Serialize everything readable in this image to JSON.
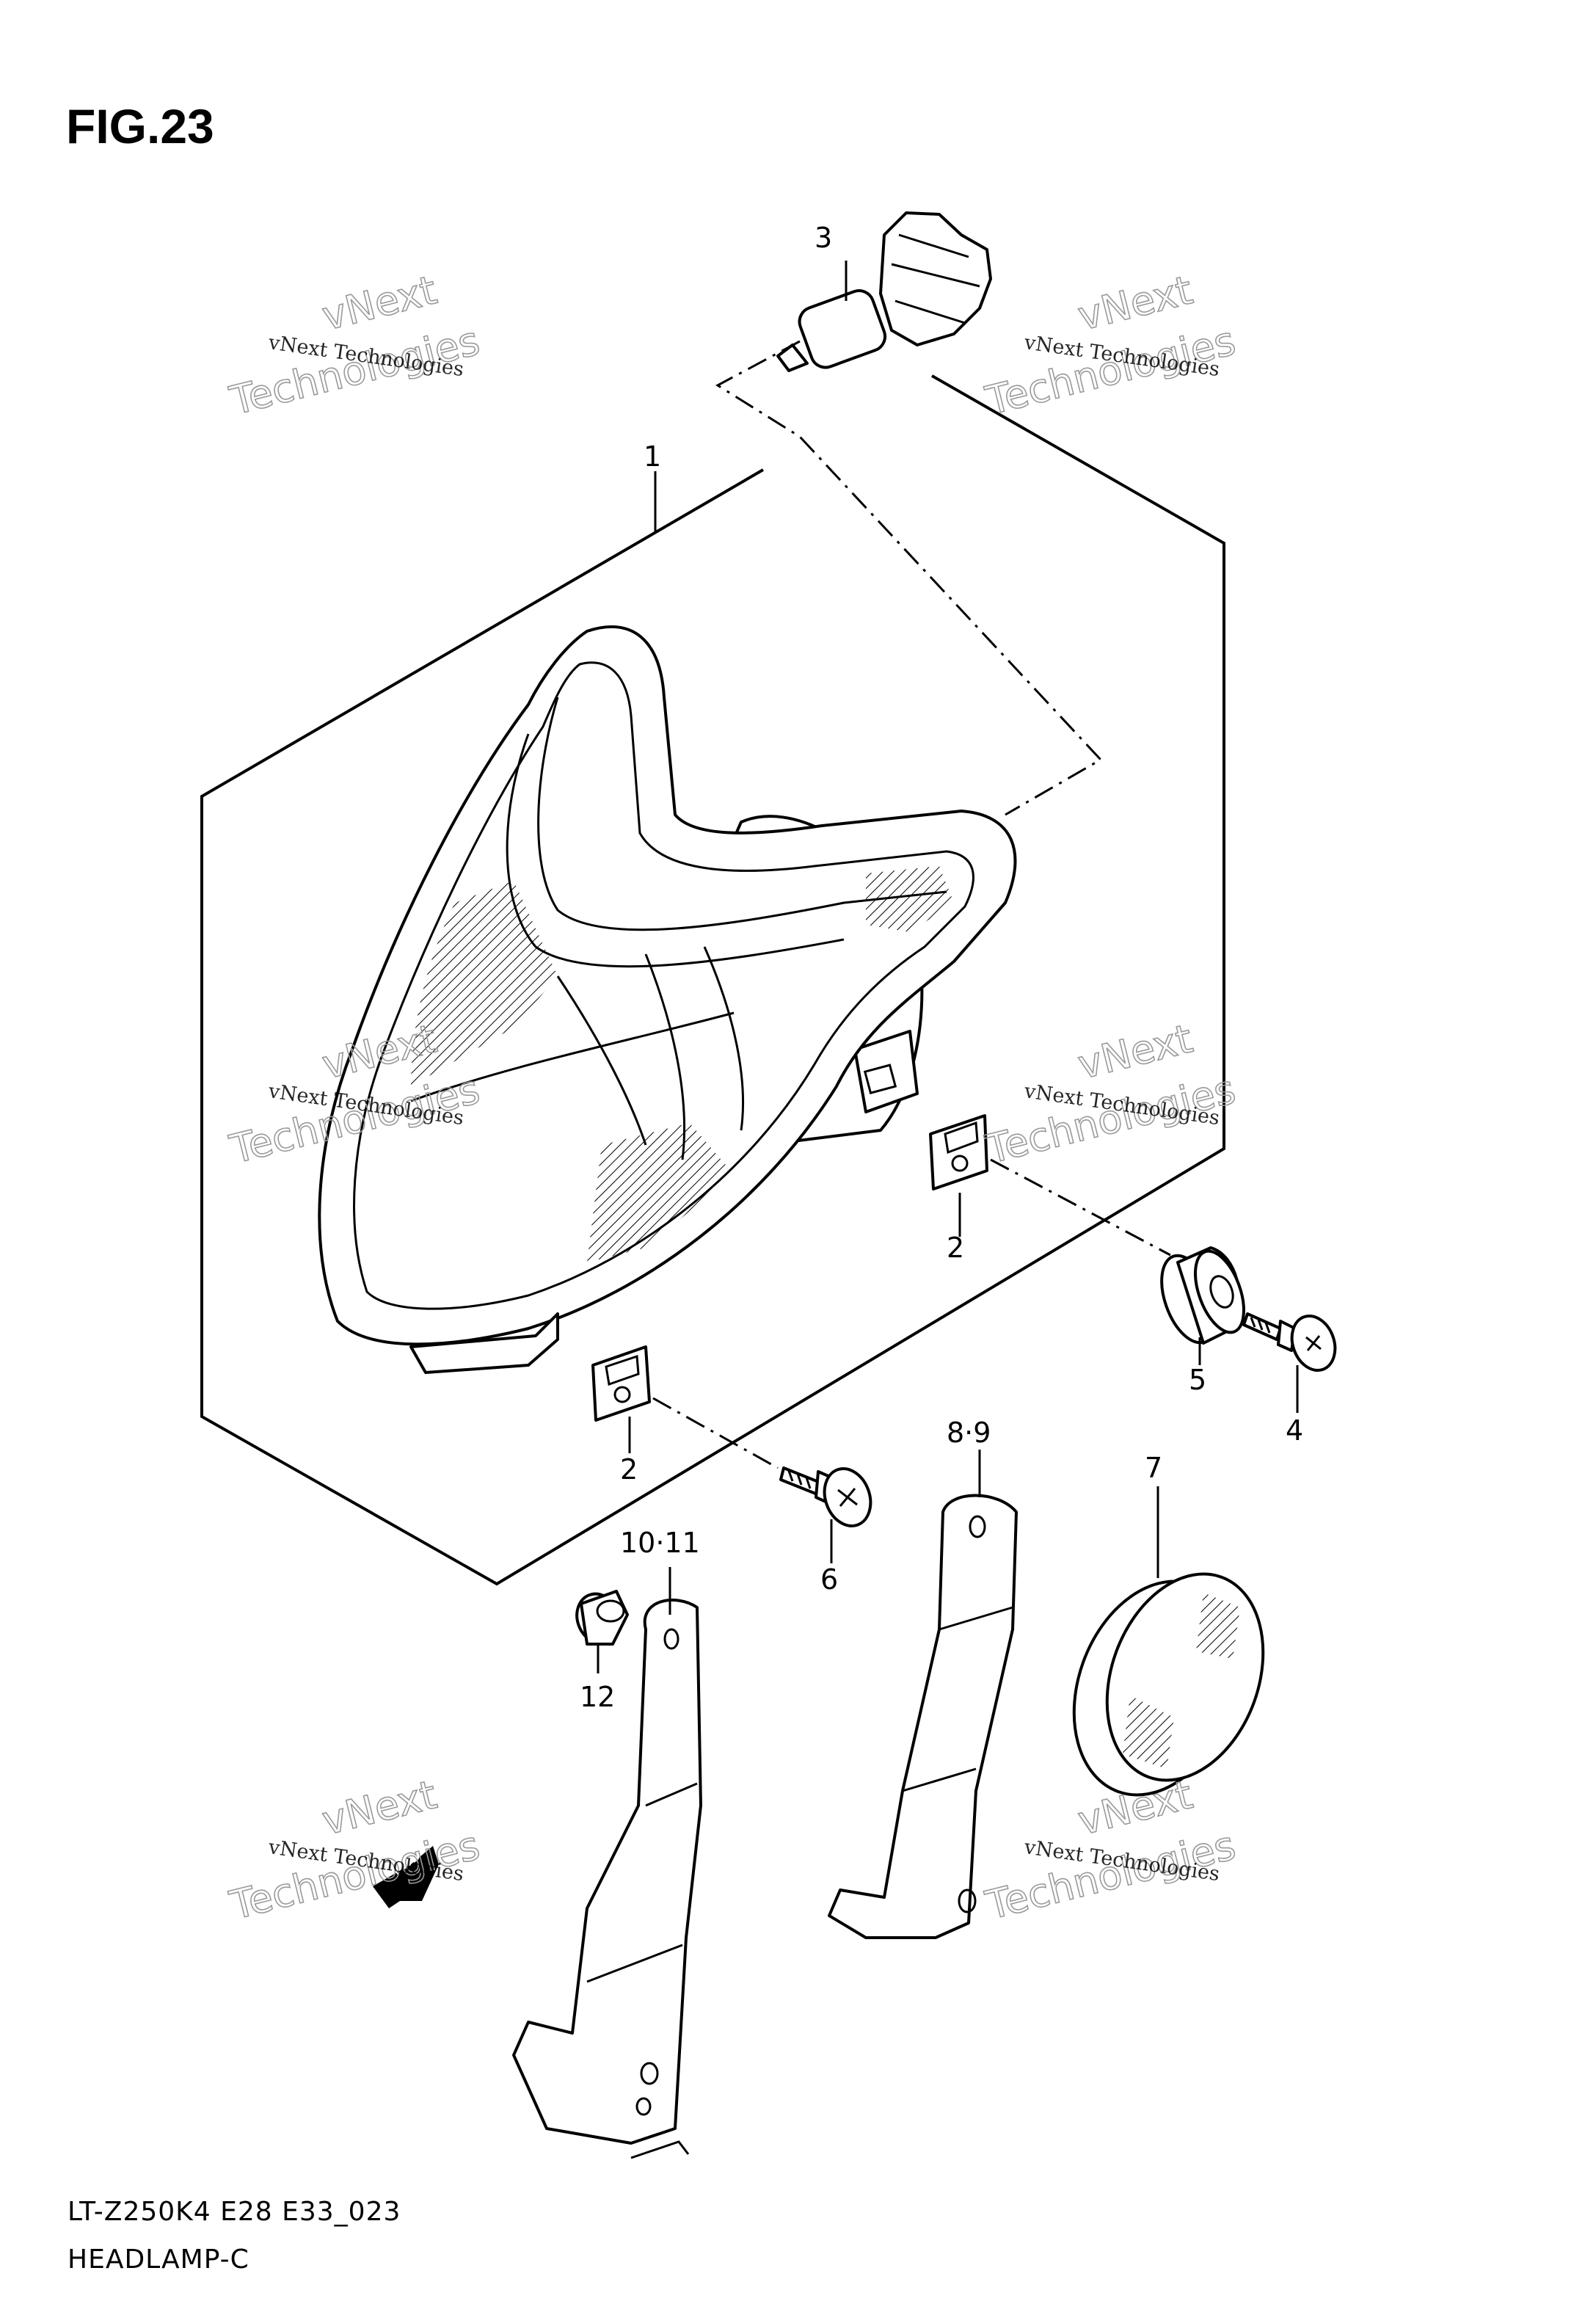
{
  "figure": {
    "title": "FIG.23",
    "model_code": "LT-Z250K4 E28 E33_023",
    "section_name": "HEADLAMP-C"
  },
  "callouts": {
    "headlamp_assembly": "1",
    "clip_upper": "2",
    "clip_lower": "2",
    "bulb": "3",
    "screw": "4",
    "grommet": "5",
    "bolt": "6",
    "reflector": "7",
    "bracket_right": "8·9",
    "bracket_left": "10·11",
    "nut": "12"
  },
  "markings": {
    "fwd_label": "FWD"
  },
  "watermark": {
    "line1": "vNext Technologies",
    "line2": "vNext",
    "line3": "Technologies"
  }
}
